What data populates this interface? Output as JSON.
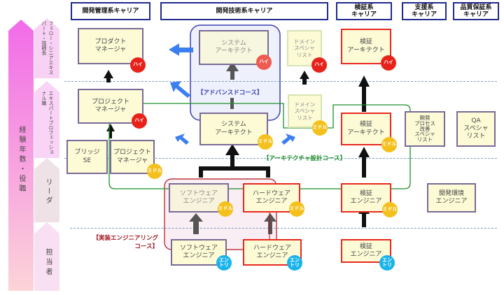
{
  "headers": {
    "management": "開発管理系キャリア",
    "technical": "開発技術系キャリア",
    "verification": "検証系\nキャリア",
    "support": "支援系\nキャリア",
    "qa": "品質保証系\nキャリア"
  },
  "axis": {
    "main_label": "経験年数・役職",
    "levels": [
      "フェロー・シニアエキスパート・技師長",
      "エキスパートプロフェッショナル職",
      "リーダ",
      "担当者"
    ]
  },
  "courses": {
    "advanced": "【アドバンスドコース】",
    "architecture": "【アーキテクチャ設計コース】",
    "implementation": "【実装エンジニアリング\nコース】"
  },
  "badges": {
    "high": "ハイ",
    "middle": "ミドル",
    "entry": "エン\nトリ"
  },
  "roles": {
    "product_manager": "プロダクト\nマネージャ",
    "system_architect_high": "システム\nアーキテクト",
    "domain_specialist_high": "ドメイン\nスペシャ\nリスト",
    "verification_architect_high": "検証\nアーキテクト",
    "project_manager_high": "プロジェクト\nマネージャ",
    "system_architect_mid": "システム\nアーキテクト",
    "domain_specialist_mid": "ドメイン\nスペシャ\nリスト",
    "verification_architect_mid": "検証\nアーキテクト",
    "process_improvement_specialist": "開発\nプロセス\n改善\nスペシャ\nリスト",
    "qa_specialist": "QA\nスペシャ\nリスト",
    "bridge_se": "ブリッジ\nSE",
    "project_manager_mid": "プロジェクト\nマネージャ",
    "software_engineer_mid": "ソフトウェア\nエンジニア",
    "hardware_engineer_mid": "ハードウェア\nエンジニア",
    "verification_engineer_mid": "検証\nエンジニア",
    "dev_env_engineer": "開発環境\nエンジニア",
    "software_engineer_entry": "ソフトウェア\nエンジニア",
    "hardware_engineer_entry": "ハードウェア\nエンジニア",
    "verification_engineer_entry": "検証\nエンジニア"
  },
  "colors": {
    "header_border": "#1f2a8c",
    "box_fill": "#fcfbd6",
    "box_border_purple": "#7a6a96",
    "box_border_red": "#e8281f",
    "badge_high": "#e7221b",
    "badge_middle": "#f4c01c",
    "badge_entry": "#19b3ec",
    "advanced_course": "#3a3fb0",
    "architecture_course": "#1e8f2a",
    "implementation_course": "#b0141c",
    "blue_arrow": "#3b7ff0"
  }
}
